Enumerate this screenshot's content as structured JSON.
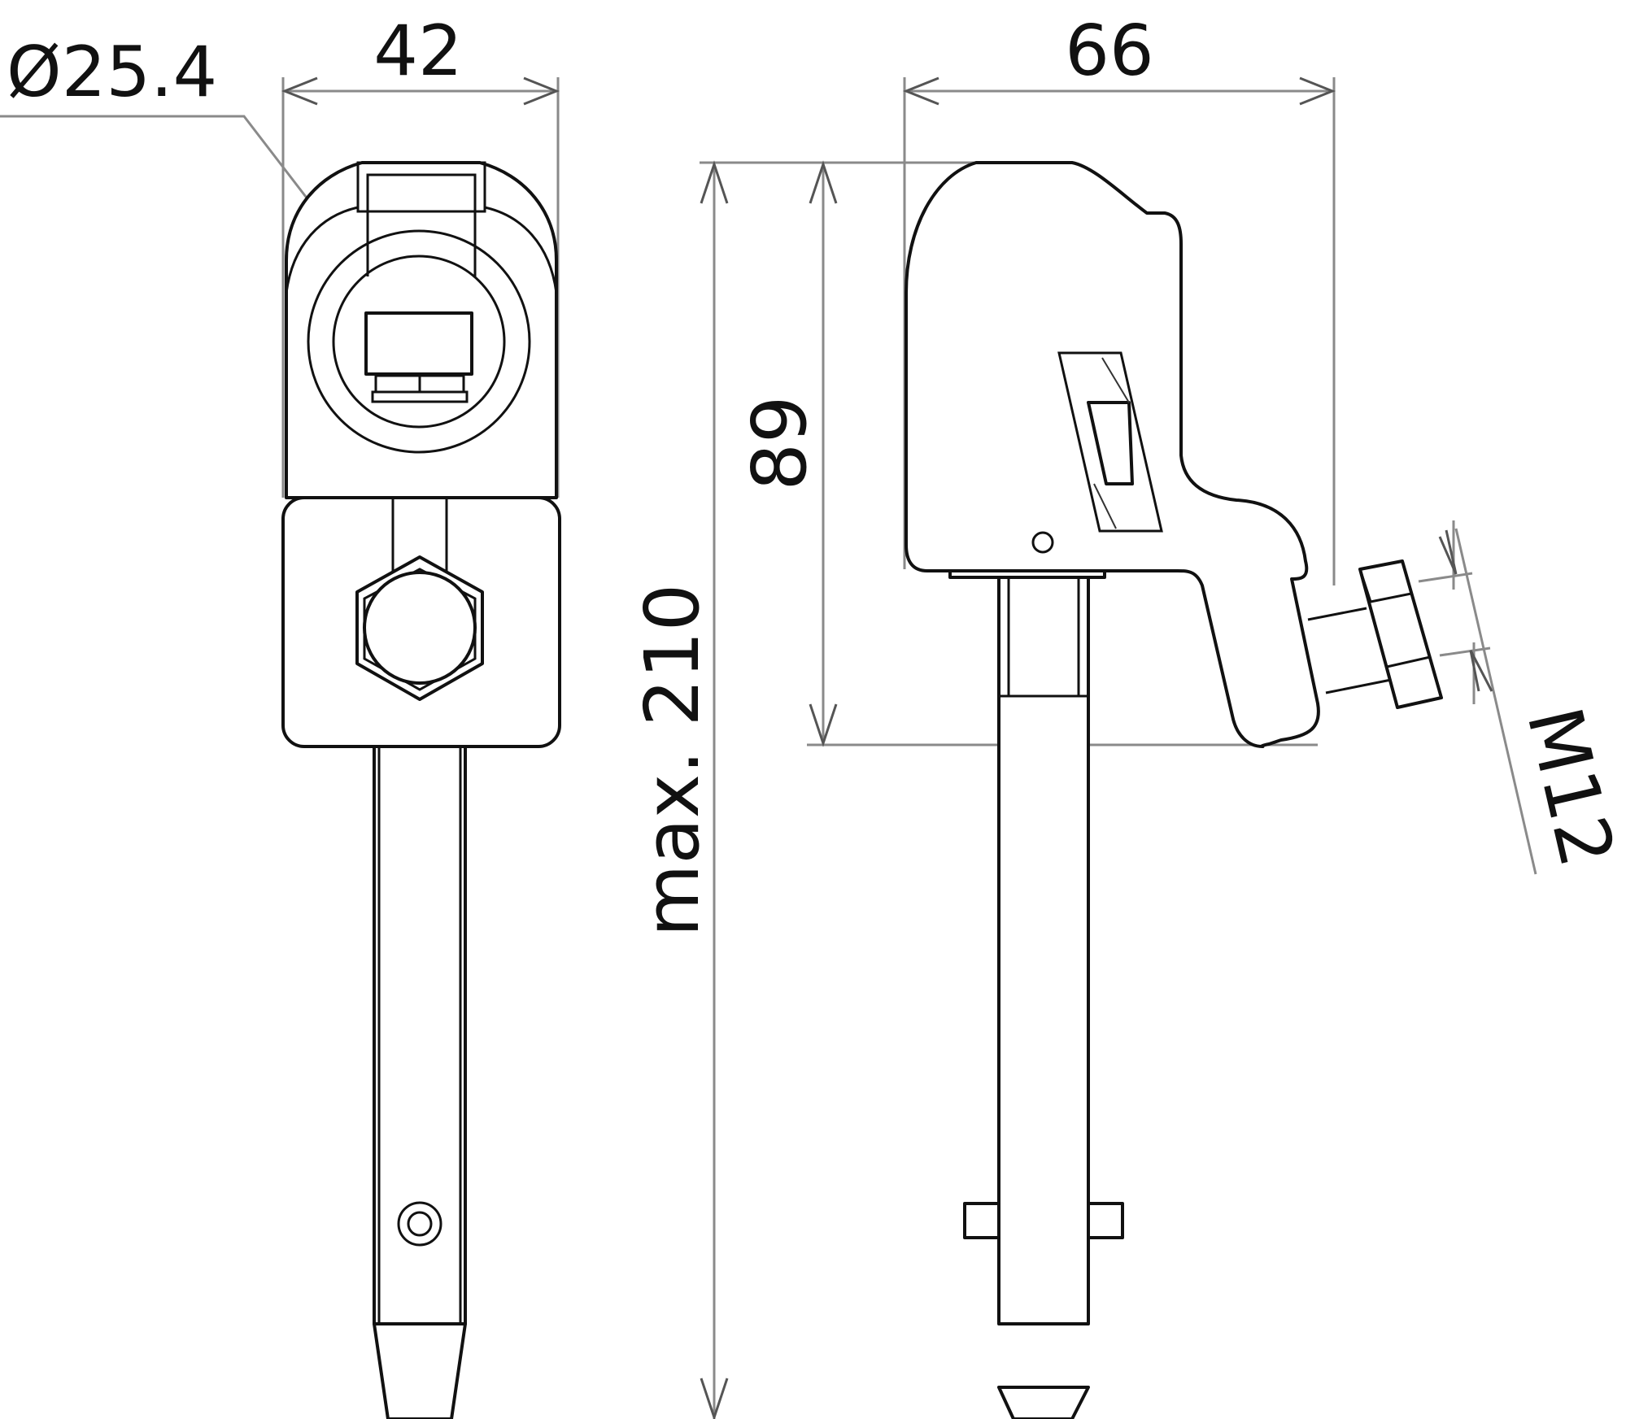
{
  "drawing": {
    "views": [
      {
        "name": "front-view",
        "description": "Clamp body front view with hexagon screw and rod"
      },
      {
        "name": "side-view",
        "description": "Clamp body side view with M12 screw and rod"
      }
    ],
    "dimensions": {
      "diameter_label": "Ø25.4",
      "width_front_label": "42",
      "width_side_label": "66",
      "height_body_label": "89",
      "height_total_label": "max. 210",
      "thread_label": "M12"
    },
    "colors": {
      "line": "#111111",
      "dimension_line": "#8a8a8a",
      "background": "#ffffff"
    }
  }
}
